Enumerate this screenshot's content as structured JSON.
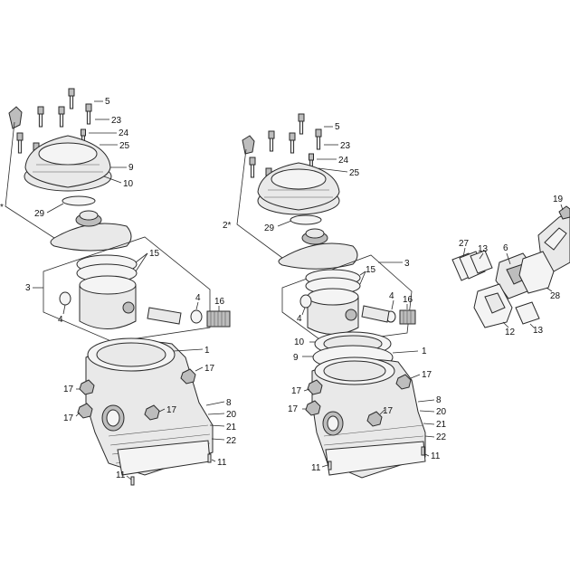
{
  "diagram": {
    "callouts": {
      "a_5": "5",
      "a_23": "23",
      "a_24": "24",
      "a_25": "25",
      "a_9": "9",
      "a_10": "10",
      "a_29": "29",
      "a_star": "*",
      "a_15": "15",
      "a_3": "3",
      "a_4l": "4",
      "a_4r": "4",
      "a_16": "16",
      "a_1": "1",
      "a_17a": "17",
      "a_17b": "17",
      "a_17c": "17",
      "a_17d": "17",
      "a_8": "8",
      "a_20": "20",
      "a_21": "21",
      "a_22": "22",
      "a_11a": "11",
      "a_11b": "11",
      "b_5": "5",
      "b_23": "23",
      "b_24": "24",
      "b_25": "25",
      "b_2star": "2*",
      "b_29": "29",
      "b_15": "15",
      "b_3": "3",
      "b_4l": "4",
      "b_4r": "4",
      "b_16": "16",
      "b_10": "10",
      "b_9": "9",
      "b_1": "1",
      "b_17a": "17",
      "b_17b": "17",
      "b_17c": "17",
      "b_17d": "17",
      "b_8": "8",
      "b_20": "20",
      "b_21": "21",
      "b_22": "22",
      "b_11a": "11",
      "b_11b": "11",
      "c_19": "19",
      "c_27": "27",
      "c_13a": "13",
      "c_6": "6",
      "c_28": "28",
      "c_12": "12",
      "c_13b": "13"
    }
  }
}
